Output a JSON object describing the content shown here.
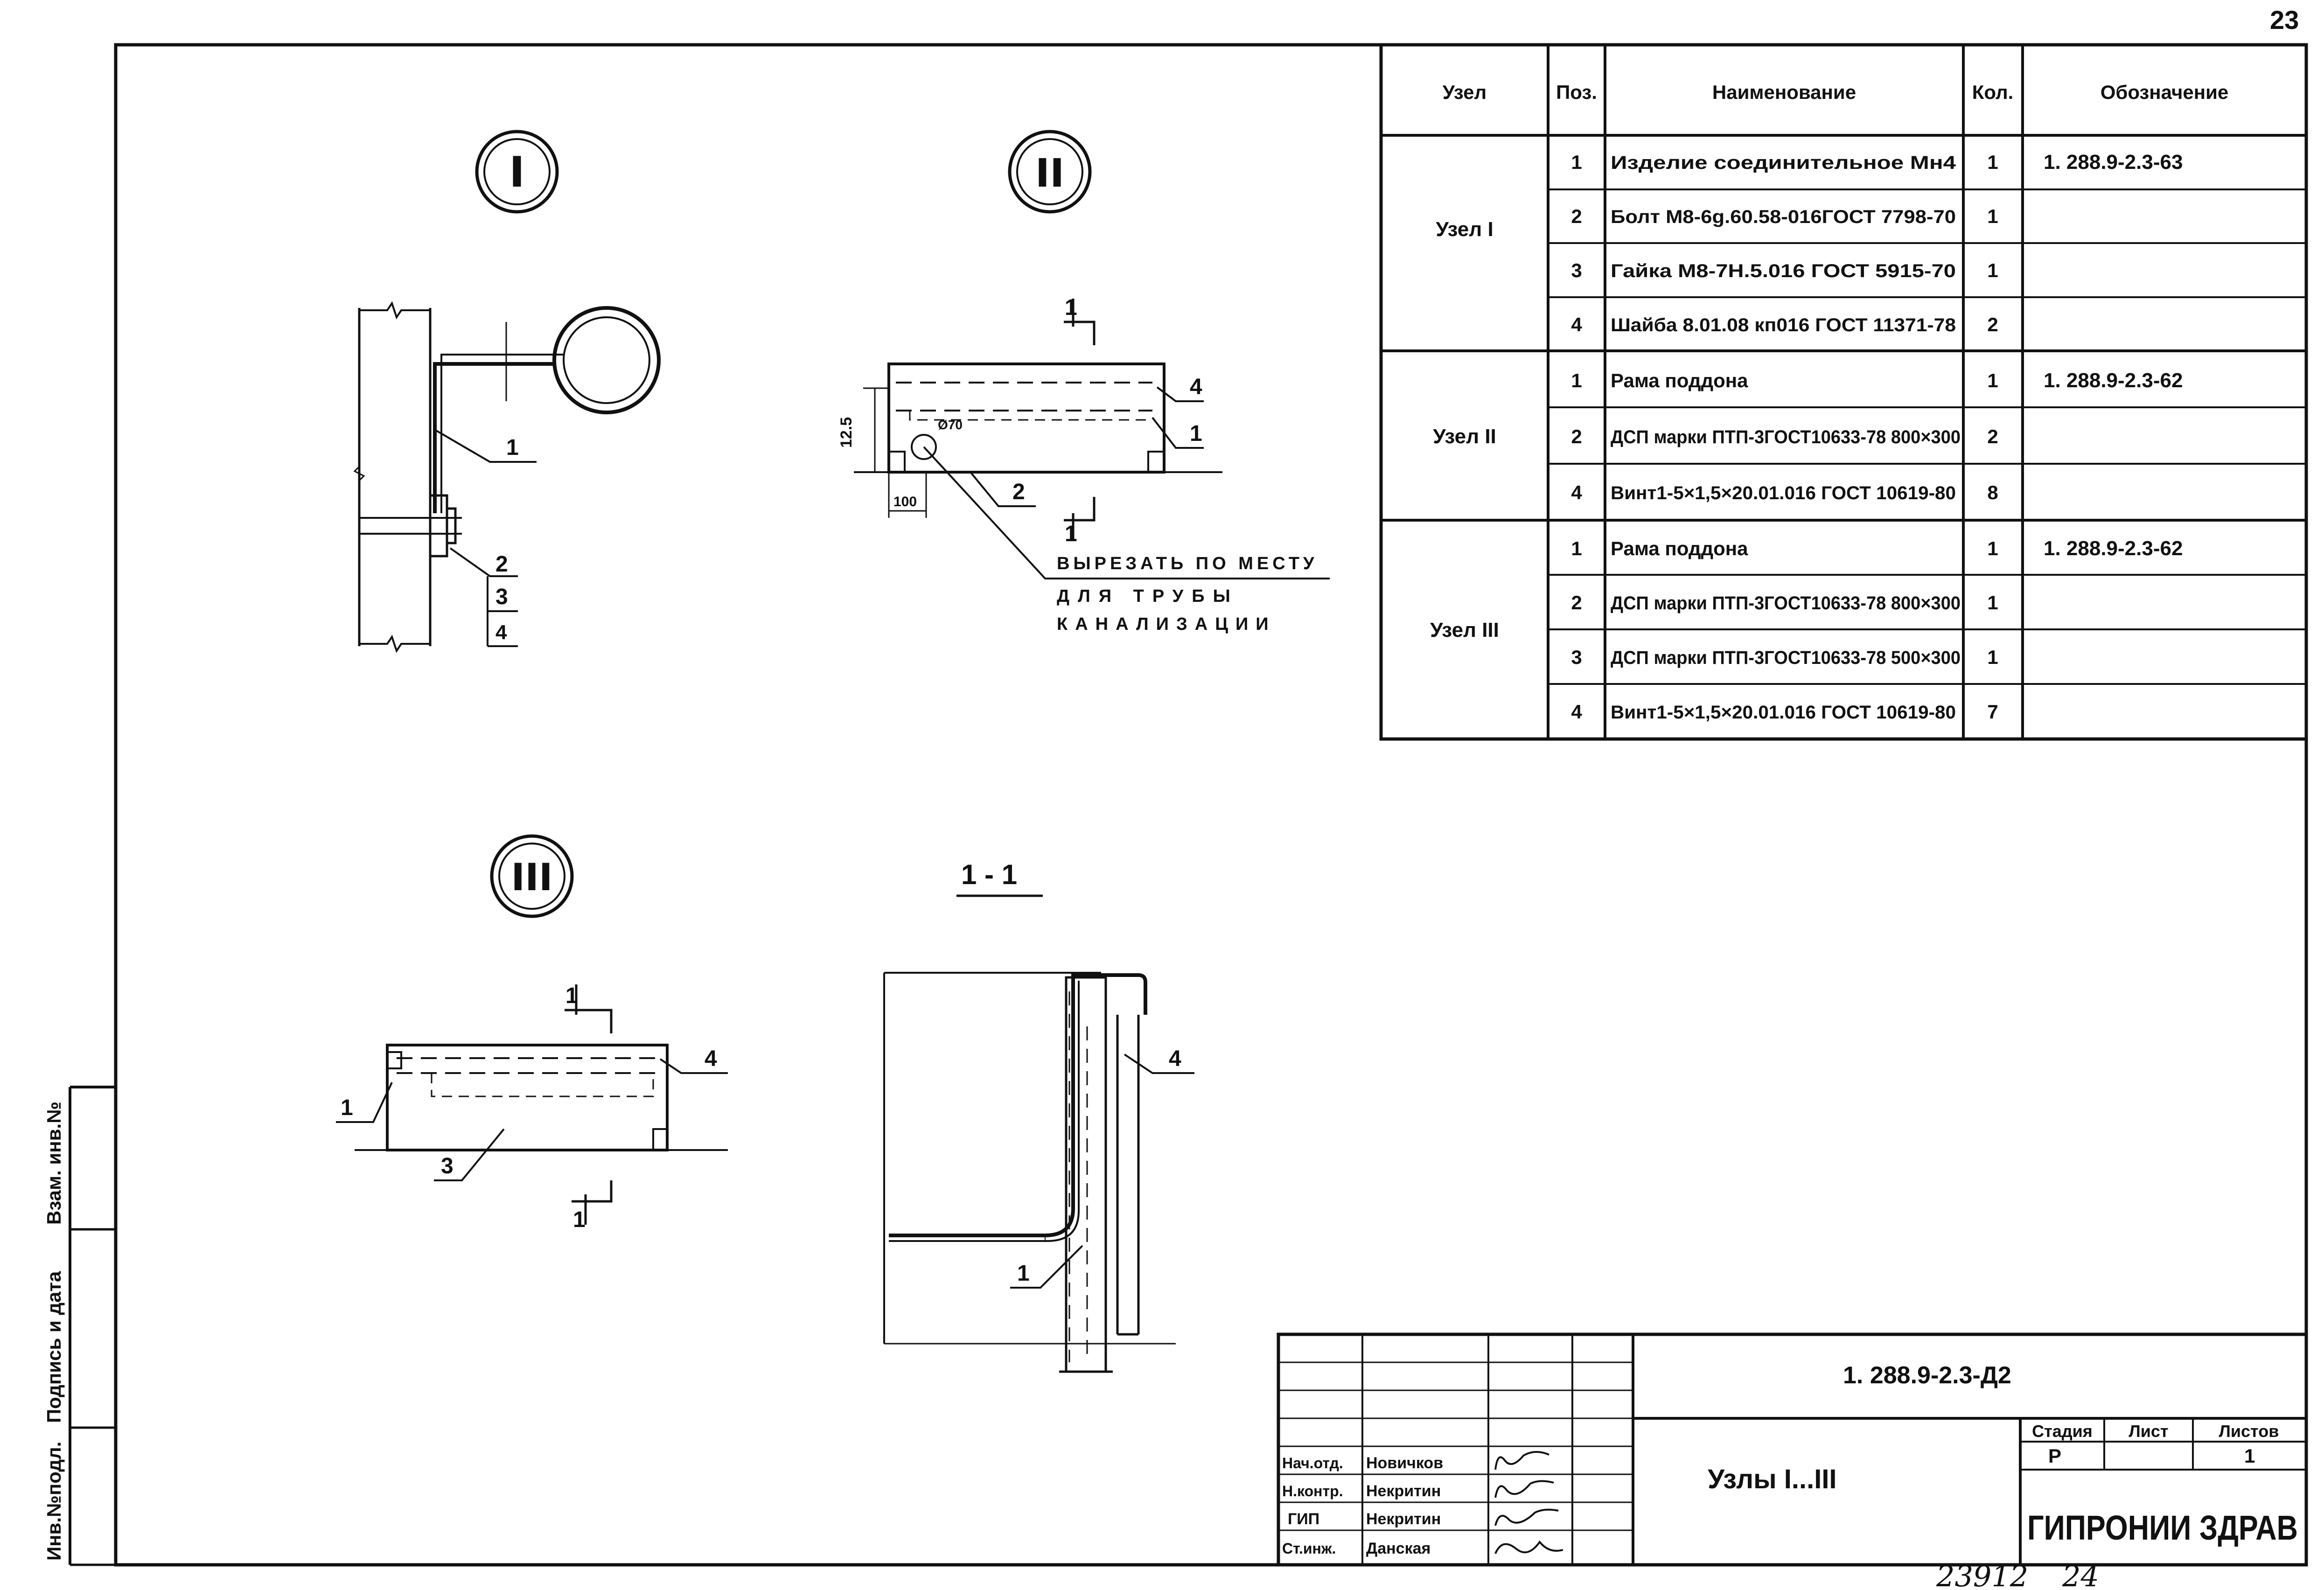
{
  "page": {
    "corner_number": "23",
    "bottom_numbers": [
      "23912",
      "24"
    ]
  },
  "spec_table": {
    "headers": [
      "Узел",
      "Поз.",
      "Наименование",
      "Кол.",
      "Обозначение"
    ],
    "groups": [
      {
        "node": "Узел I",
        "rows": [
          {
            "pos": "1",
            "name": "Изделие соединительное Мн4",
            "qty": "1",
            "designation": "1. 288.9-2.3-63"
          },
          {
            "pos": "2",
            "name": "Болт М8-6g.60.58-016ГОСТ 7798-70",
            "qty": "1",
            "designation": ""
          },
          {
            "pos": "3",
            "name": "Гайка М8-7Н.5.016 ГОСТ 5915-70",
            "qty": "1",
            "designation": ""
          },
          {
            "pos": "4",
            "name": "Шайба 8.01.08 кп016 ГОСТ 11371-78",
            "qty": "2",
            "designation": ""
          }
        ]
      },
      {
        "node": "Узел II",
        "rows": [
          {
            "pos": "1",
            "name": "Рама поддона",
            "qty": "1",
            "designation": "1. 288.9-2.3-62"
          },
          {
            "pos": "2",
            "name": "ДСП марки ПТП-3ГОСТ10633-78 800×300",
            "qty": "2",
            "designation": ""
          },
          {
            "pos": "4",
            "name": "Винт1-5×1,5×20.01.016 ГОСТ 10619-80",
            "qty": "8",
            "designation": ""
          }
        ]
      },
      {
        "node": "Узел III",
        "rows": [
          {
            "pos": "1",
            "name": "Рама поддона",
            "qty": "1",
            "designation": "1. 288.9-2.3-62"
          },
          {
            "pos": "2",
            "name": "ДСП марки ПТП-3ГОСТ10633-78 800×300",
            "qty": "1",
            "designation": ""
          },
          {
            "pos": "3",
            "name": "ДСП марки ПТП-3ГОСТ10633-78 500×300",
            "qty": "1",
            "designation": ""
          },
          {
            "pos": "4",
            "name": "Винт1-5×1,5×20.01.016 ГОСТ 10619-80",
            "qty": "7",
            "designation": ""
          }
        ]
      }
    ]
  },
  "drawings": {
    "node1": {
      "label": "I",
      "callouts": [
        "1",
        "2",
        "3",
        "4"
      ]
    },
    "node2": {
      "label": "II",
      "callouts": [
        "1",
        "4",
        "1",
        "2"
      ],
      "section_marks": [
        "1",
        "1"
      ],
      "dim_height": "12.5",
      "dim_width": "100",
      "hole": "Ø70",
      "note": [
        "ВЫРЕЗАТЬ ПО МЕСТУ",
        "ДЛЯ ТРУБЫ",
        "КАНАЛИЗАЦИИ"
      ]
    },
    "node3": {
      "label": "III",
      "callouts": [
        "4",
        "1",
        "3"
      ],
      "section_marks": [
        "1",
        "1"
      ]
    },
    "section": {
      "label": "1 - 1",
      "callouts": [
        "4",
        "1"
      ]
    }
  },
  "side_stamp": [
    "Инв.№подл.",
    "Подпись и дата",
    "Взам. инв.№"
  ],
  "title_block": {
    "code": "1. 288.9-2.3-Д2",
    "sheet_title": "Узлы I...III",
    "stage_headers": [
      "Стадия",
      "Лист",
      "Листов"
    ],
    "stage_values": [
      "Р",
      "",
      "1"
    ],
    "org": "ГИПРОНИИ ЗДРАВ",
    "people": [
      {
        "role": "Нач.отд.",
        "name": "Новичков"
      },
      {
        "role": "Н.контр.",
        "name": "Некритин"
      },
      {
        "role": "ГИП",
        "name": "Некритин"
      },
      {
        "role": "Ст.инж.",
        "name": "Данская"
      }
    ]
  }
}
